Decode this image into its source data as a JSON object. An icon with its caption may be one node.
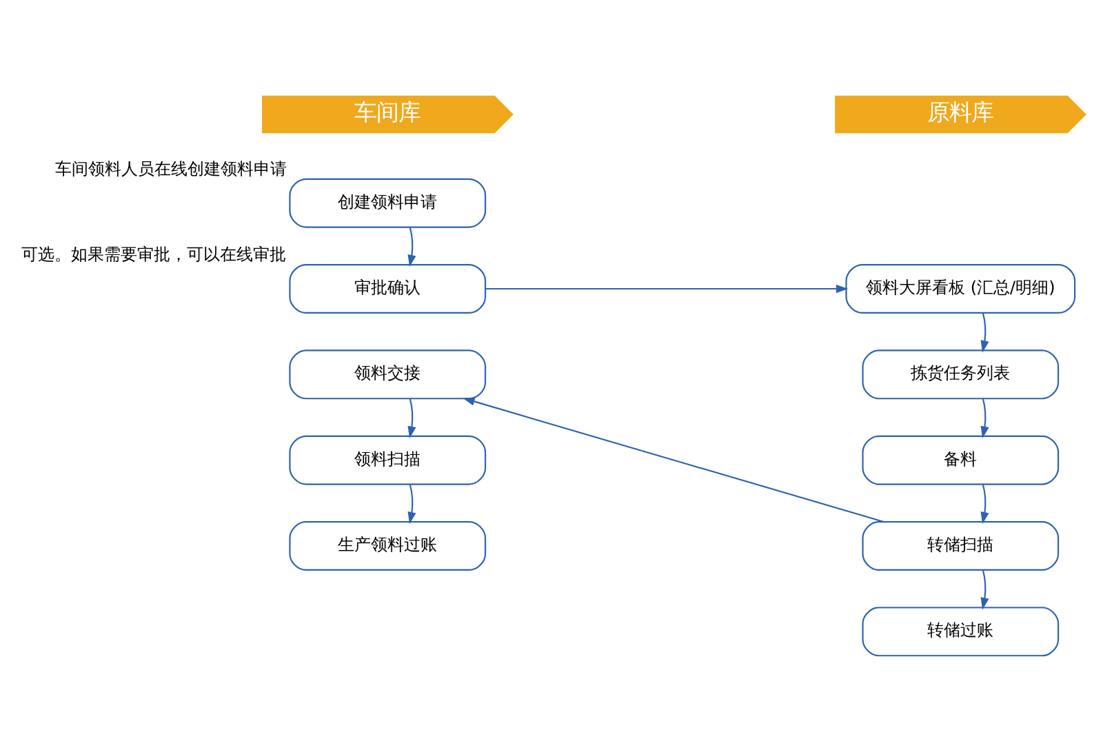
{
  "diagram": {
    "nodes": [
      {
        "text": [
          "车间库"
        ]
      },
      {
        "text": [
          "原料库"
        ]
      },
      {
        "text": [
          "创建领料申请"
        ],
        "beside": [
          "车间领料人员在线创建领料申请"
        ]
      },
      {
        "text": [
          "审批确认"
        ],
        "beside": [
          "可选。如果需要审批，可以在线审批"
        ]
      },
      {
        "text": [
          "领料交接"
        ]
      },
      {
        "text": [
          "领料扫描"
        ]
      },
      {
        "text": [
          "生产领料过账"
        ]
      },
      {
        "text": [
          "领料大屏看板 (汇总/明细)"
        ]
      },
      {
        "text": [
          "拣货任务列表"
        ]
      },
      {
        "text": [
          "备料"
        ]
      },
      {
        "text": [
          "转储扫描"
        ]
      },
      {
        "text": [
          "转储过账"
        ]
      }
    ],
    "edges": [
      {
        "from": 2,
        "to": 3,
        "arrow": "to"
      },
      {
        "from": 3,
        "to": 7,
        "arrow": "to"
      },
      {
        "from": 7,
        "to": 8,
        "arrow": "to"
      },
      {
        "from": 8,
        "to": 9,
        "arrow": "to"
      },
      {
        "from": 9,
        "to": 10,
        "arrow": "to"
      },
      {
        "from": 10,
        "to": 4,
        "arrow": "to"
      },
      {
        "from": 4,
        "to": 5,
        "arrow": "to"
      },
      {
        "from": 5,
        "to": 6,
        "arrow": "to"
      },
      {
        "from": 10,
        "to": 11,
        "arrow": "to"
      }
    ]
  }
}
